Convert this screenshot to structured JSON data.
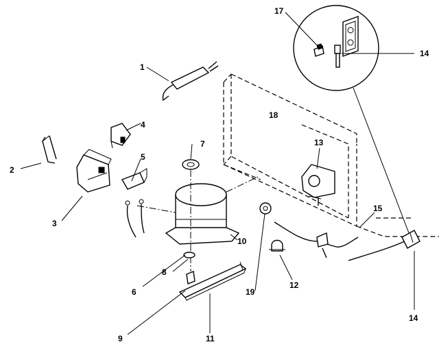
{
  "diagram": {
    "callouts": [
      {
        "id": "c1",
        "text": "1"
      },
      {
        "id": "c2",
        "text": "2"
      },
      {
        "id": "c3",
        "text": "3"
      },
      {
        "id": "c4",
        "text": "4"
      },
      {
        "id": "c5",
        "text": "5"
      },
      {
        "id": "c6",
        "text": "6"
      },
      {
        "id": "c7",
        "text": "7"
      },
      {
        "id": "c8",
        "text": "8"
      },
      {
        "id": "c9",
        "text": "9"
      },
      {
        "id": "c10",
        "text": "10"
      },
      {
        "id": "c11",
        "text": "11"
      },
      {
        "id": "c12",
        "text": "12"
      },
      {
        "id": "c13",
        "text": "13"
      },
      {
        "id": "c14a",
        "text": "14"
      },
      {
        "id": "c14b",
        "text": "14"
      },
      {
        "id": "c15",
        "text": "15"
      },
      {
        "id": "c17",
        "text": "17"
      },
      {
        "id": "c18",
        "text": "18"
      },
      {
        "id": "c19",
        "text": "19"
      }
    ],
    "colors": {
      "ink": "#000000",
      "paper": "#ffffff"
    }
  }
}
